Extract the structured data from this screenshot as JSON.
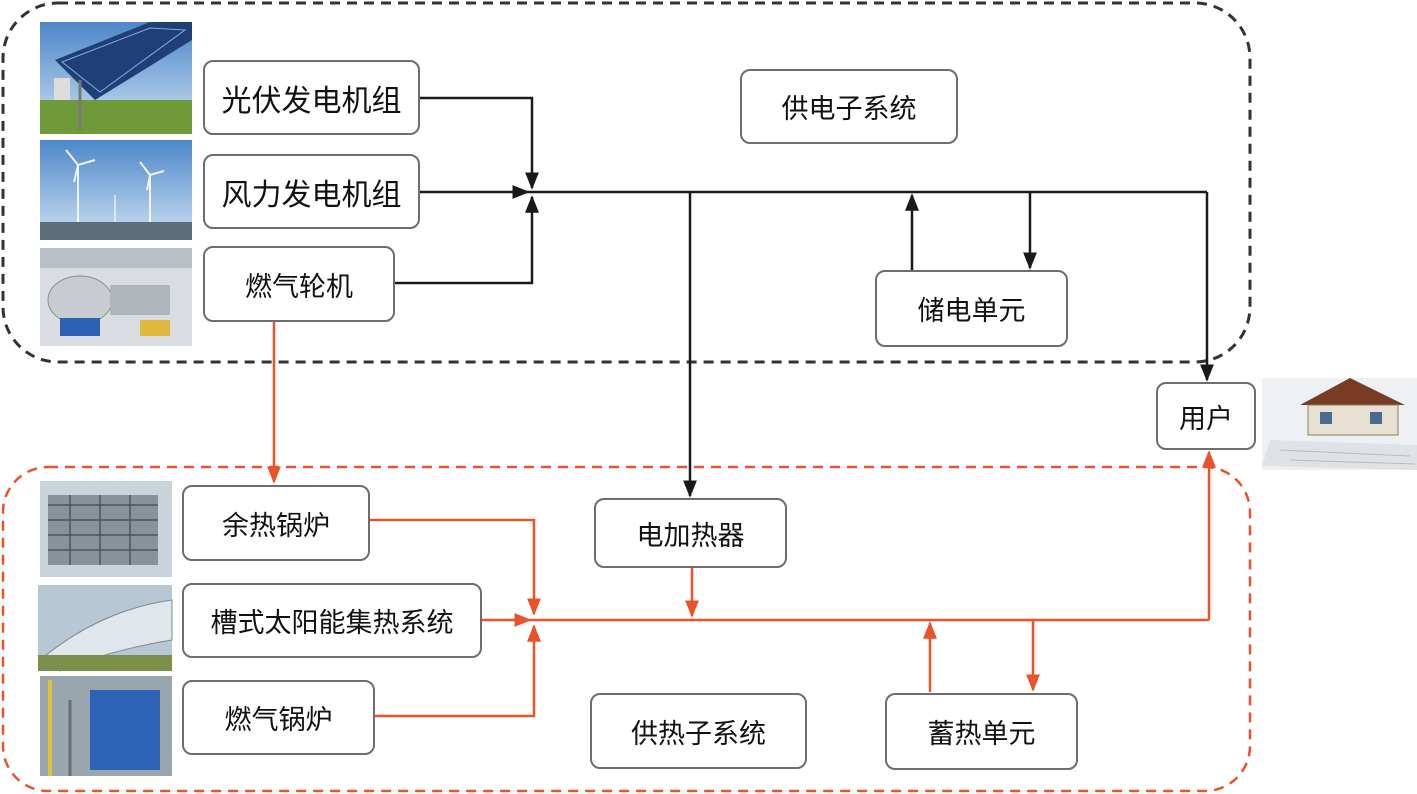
{
  "power_subsystem": {
    "title": "供电子系统",
    "pv": "光伏发电机组",
    "wind": "风力发电机组",
    "gas_turbine": "燃气轮机",
    "storage": "储电单元"
  },
  "heat_subsystem": {
    "title": "供热子系统",
    "waste_heat_boiler": "余热锅炉",
    "solar_trough": "槽式太阳能集热系统",
    "gas_boiler": "燃气锅炉",
    "electric_heater": "电加热器",
    "heat_storage": "蓄热单元"
  },
  "user": "用户",
  "colors": {
    "electric": "#1a1a1a",
    "thermal": "#e8532a",
    "power_boundary": "#333333",
    "heat_boundary": "#e8532a"
  },
  "icons": [
    "solar-panel-photo",
    "wind-turbine-photo",
    "gas-turbine-photo",
    "waste-heat-boiler-photo",
    "solar-trough-photo",
    "gas-boiler-photo",
    "house-photo"
  ]
}
